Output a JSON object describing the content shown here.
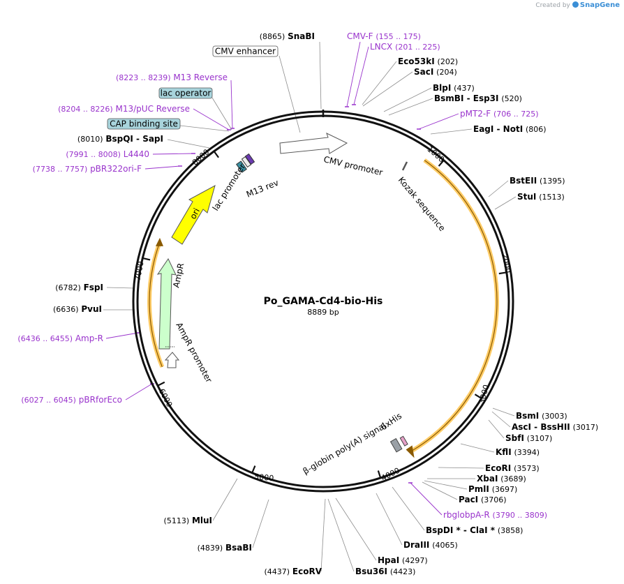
{
  "brand": {
    "prefix": "Created by",
    "name": "SnapGene"
  },
  "plasmid": {
    "name": "Po_GAMA-Cd4-bio-His",
    "length_label": "8889 bp",
    "total_bp": 8889
  },
  "ticks": [
    "1000",
    "2000",
    "3000",
    "4000",
    "5000",
    "6000",
    "7000",
    "8000"
  ],
  "colors": {
    "primer": "#9933cc",
    "enzyme": "#000000",
    "ori": "#ffff00",
    "ampr": "#ccffcc",
    "orf": "#ffcc66",
    "feature_box": "#a8d4dc"
  },
  "enzymes": [
    {
      "name": "SnaBI",
      "pos": "(8865)"
    },
    {
      "name": "Eco53kI",
      "pos": "(202)"
    },
    {
      "name": "SacI",
      "pos": "(204)"
    },
    {
      "name": "BlpI",
      "pos": "(437)"
    },
    {
      "name": "BsmBI",
      "name2": "Esp3I",
      "pos": "(520)"
    },
    {
      "name": "EagI",
      "name2": "NotI",
      "pos": "(806)"
    },
    {
      "name": "BstEII",
      "pos": "(1395)"
    },
    {
      "name": "StuI",
      "pos": "(1513)"
    },
    {
      "name": "BsmI",
      "pos": "(3003)"
    },
    {
      "name": "AscI",
      "name2": "BssHII",
      "pos": "(3017)"
    },
    {
      "name": "SbfI",
      "pos": "(3107)"
    },
    {
      "name": "KflI",
      "pos": "(3394)"
    },
    {
      "name": "EcoRI",
      "pos": "(3573)"
    },
    {
      "name": "XbaI",
      "pos": "(3689)"
    },
    {
      "name": "PmlI",
      "pos": "(3697)"
    },
    {
      "name": "PacI",
      "pos": "(3706)"
    },
    {
      "name": "BspDI *",
      "name2": "ClaI *",
      "pos": "(3858)"
    },
    {
      "name": "DraIII",
      "pos": "(4065)"
    },
    {
      "name": "HpaI",
      "pos": "(4297)"
    },
    {
      "name": "Bsu36I",
      "pos": "(4423)"
    },
    {
      "name": "EcoRV",
      "pos": "(4437)"
    },
    {
      "name": "BsaBI",
      "pos": "(4839)"
    },
    {
      "name": "MluI",
      "pos": "(5113)"
    },
    {
      "name": "PvuI",
      "pos": "(6636)"
    },
    {
      "name": "FspI",
      "pos": "(6782)"
    },
    {
      "name": "BspQI",
      "name2": "SapI",
      "pos": "(8010)"
    }
  ],
  "primers": [
    {
      "name": "CMV-F",
      "range": "(155 .. 175)"
    },
    {
      "name": "LNCX",
      "range": "(201 .. 225)"
    },
    {
      "name": "pMT2-F",
      "range": "(706 .. 725)"
    },
    {
      "name": "rbglobpA-R",
      "range": "(3790 .. 3809)"
    },
    {
      "name": "pBRforEco",
      "range": "(6027 .. 6045)"
    },
    {
      "name": "Amp-R",
      "range": "(6436 .. 6455)"
    },
    {
      "name": "pBR322ori-F",
      "range": "(7738 .. 7757)"
    },
    {
      "name": "L4440",
      "range": "(7991 .. 8008)"
    },
    {
      "name": "M13/pUC Reverse",
      "range": "(8204 .. 8226)"
    },
    {
      "name": "M13 Reverse",
      "range": "(8223 .. 8239)"
    }
  ],
  "boxed_features": [
    "CMV enhancer",
    "lac operator",
    "CAP binding site"
  ],
  "features": {
    "cmv_promoter": "CMV promoter",
    "kozak": "Kozak sequence",
    "his": "6xHis",
    "polya": "β-globin poly(A) signal",
    "ampr": "AmpR",
    "ampr_promoter": "AmpR promoter",
    "ori": "ori",
    "lac_promoter": "lac promoter",
    "m13_rev": "M13 rev"
  }
}
